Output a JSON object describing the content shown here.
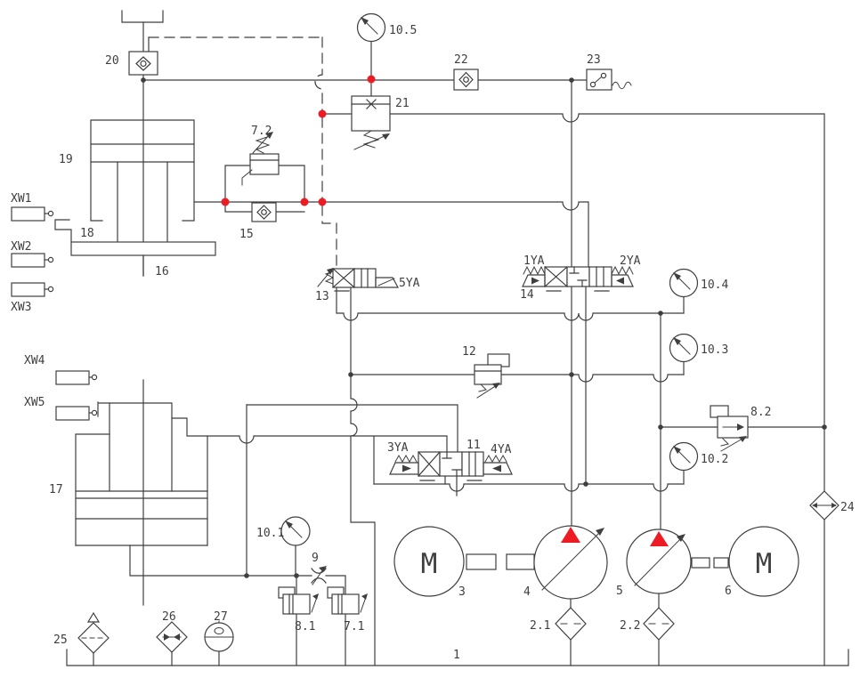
{
  "colors": {
    "line": "#3f3f41",
    "red": "#ed1c24",
    "background": "#ffffff"
  },
  "labels": {
    "n1": "1",
    "n2_1": "2.1",
    "n2_2": "2.2",
    "n3": "3",
    "n4": "4",
    "n5": "5",
    "n6": "6",
    "n7_1": "7.1",
    "n7_2": "7.2",
    "n8_1": "8.1",
    "n8_2": "8.2",
    "n9": "9",
    "n10_1": "10.1",
    "n10_2": "10.2",
    "n10_3": "10.3",
    "n10_4": "10.4",
    "n10_5": "10.5",
    "n11": "11",
    "n12": "12",
    "n13": "13",
    "n14": "14",
    "n15": "15",
    "n16": "16",
    "n17": "17",
    "n18": "18",
    "n19": "19",
    "n20": "20",
    "n21": "21",
    "n22": "22",
    "n23": "23",
    "n24": "24",
    "n25": "25",
    "n26": "26",
    "n27": "27",
    "xw1": "XW1",
    "xw2": "XW2",
    "xw3": "XW3",
    "xw4": "XW4",
    "xw5": "XW5",
    "ya1": "1YA",
    "ya2": "2YA",
    "ya3": "3YA",
    "ya4": "4YA",
    "ya5": "5YA",
    "motor": "M"
  }
}
